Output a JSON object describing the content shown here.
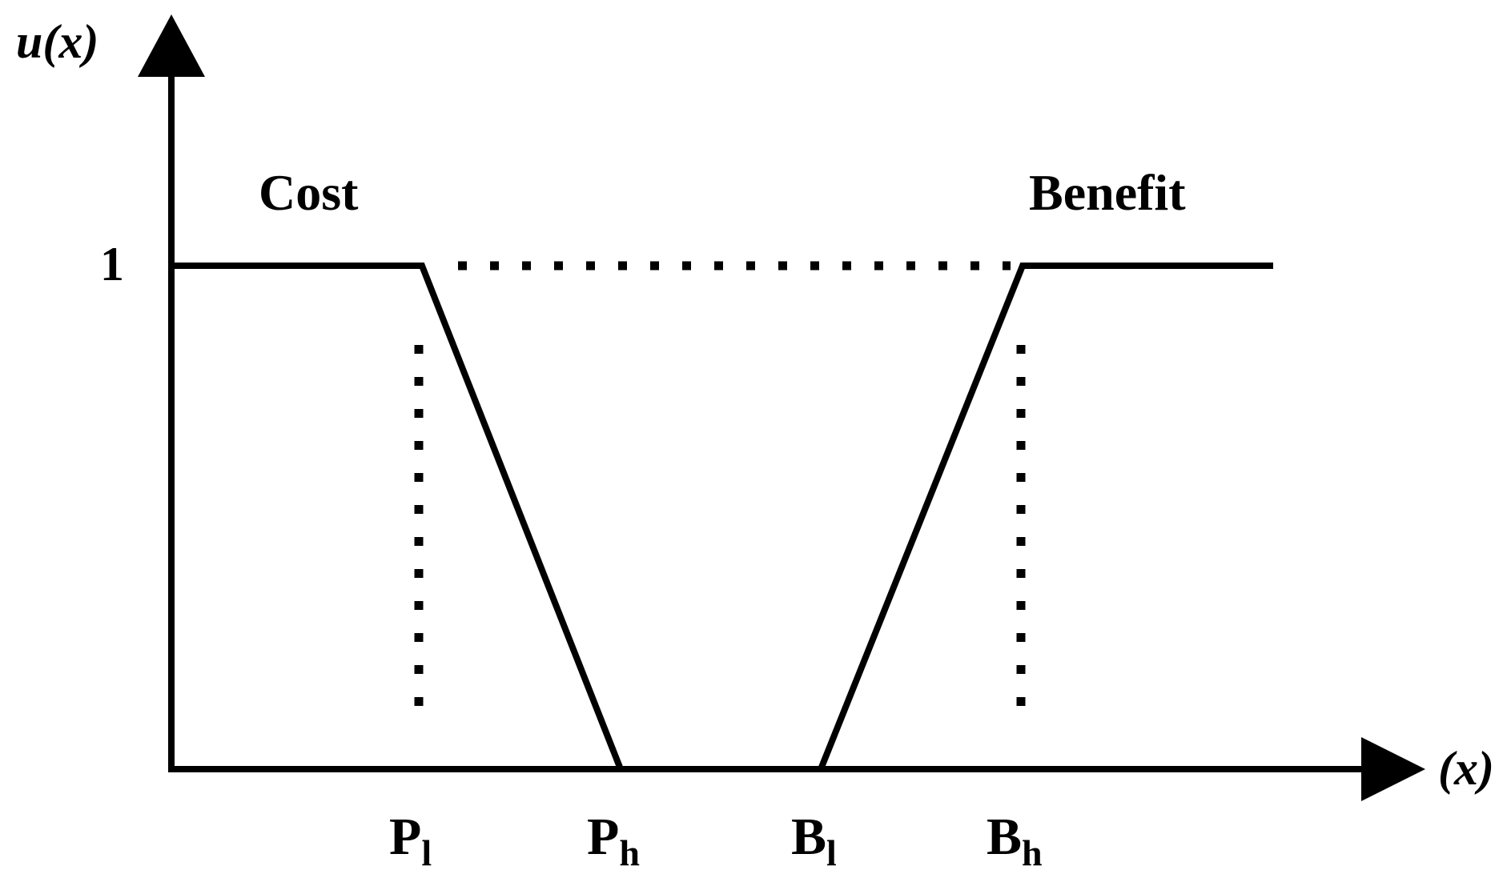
{
  "axes": {
    "y_label": "u(x)",
    "x_label": "(x)",
    "y_tick": "1"
  },
  "curves": {
    "cost_label": "Cost",
    "benefit_label": "Benefit"
  },
  "points": [
    {
      "base": "P",
      "sub": "l"
    },
    {
      "base": "P",
      "sub": "h"
    },
    {
      "base": "B",
      "sub": "l"
    },
    {
      "base": "B",
      "sub": "h"
    }
  ],
  "colors": {
    "line": "#000000",
    "background": "#ffffff"
  }
}
